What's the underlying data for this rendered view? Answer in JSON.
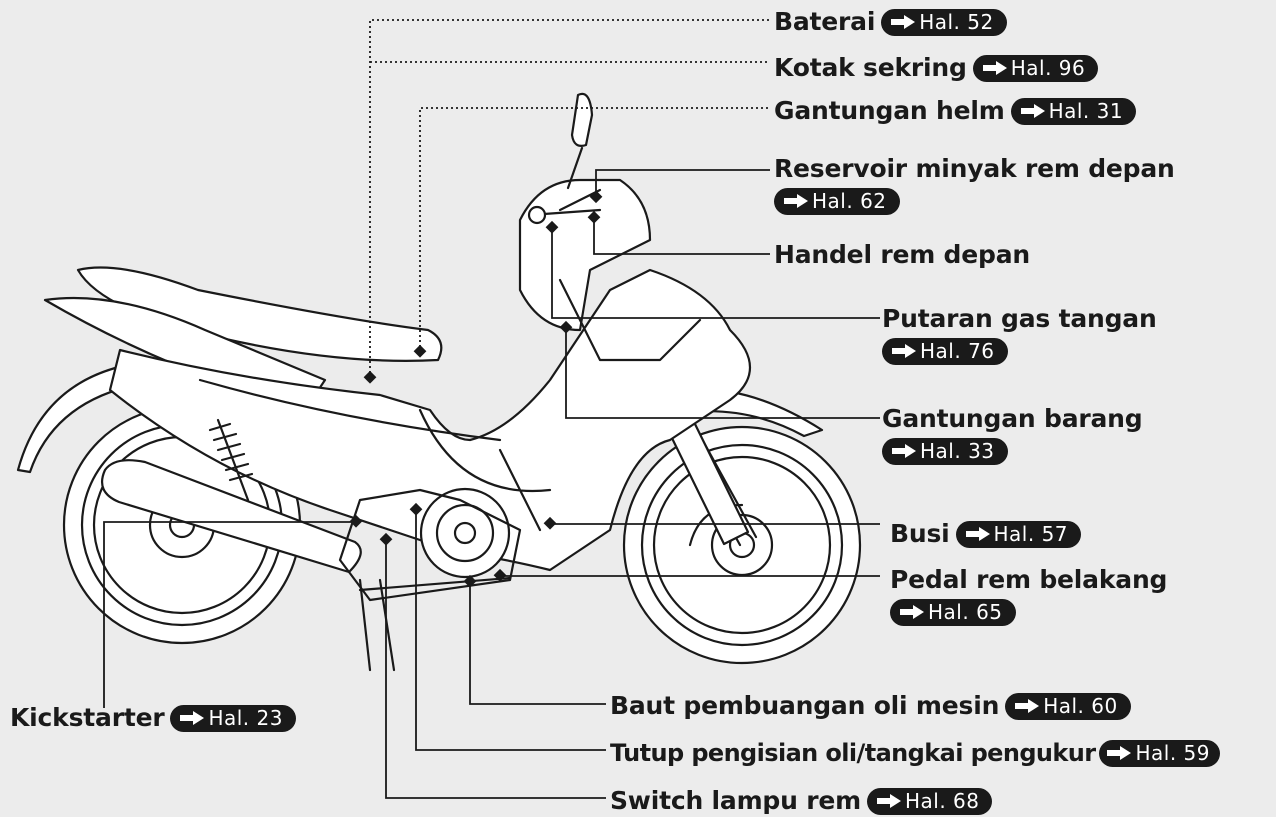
{
  "labels": {
    "baterai": {
      "text": "Baterai",
      "ref": "Hal. 52"
    },
    "kotak_sekring": {
      "text": "Kotak sekring",
      "ref": "Hal. 96"
    },
    "gantungan_helm": {
      "text": "Gantungan helm",
      "ref": "Hal. 31"
    },
    "reservoir": {
      "text": "Reservoir minyak rem depan",
      "ref": "Hal. 62"
    },
    "handel_rem": {
      "text": "Handel rem depan"
    },
    "putaran_gas": {
      "text": "Putaran gas tangan",
      "ref": "Hal. 76"
    },
    "gantungan_barang": {
      "text": "Gantungan barang",
      "ref": "Hal. 33"
    },
    "busi": {
      "text": "Busi",
      "ref": "Hal. 57"
    },
    "pedal_rem": {
      "text": "Pedal rem belakang",
      "ref": "Hal. 65"
    },
    "kickstarter": {
      "text": "Kickstarter",
      "ref": "Hal. 23"
    },
    "baut_oli": {
      "text": "Baut pembuangan oli mesin",
      "ref": "Hal. 60"
    },
    "tutup_oli": {
      "text": "Tutup pengisian oli/tangkai pengukur",
      "ref": "Hal. 59"
    },
    "switch_lampu": {
      "text": "Switch lampu rem",
      "ref": "Hal. 68"
    }
  },
  "icons": {
    "ref_arrow": "right-arrow-icon"
  },
  "colors": {
    "background": "#ececec",
    "ink": "#1a1a1a",
    "badge_text": "#ffffff"
  }
}
